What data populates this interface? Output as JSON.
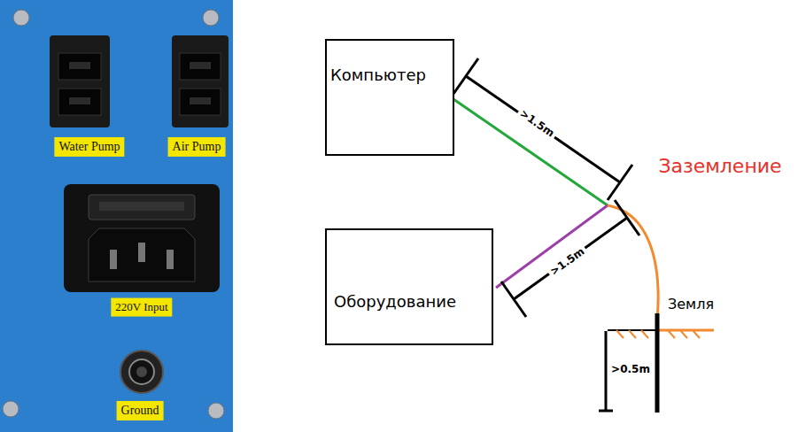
{
  "diagram": {
    "nodes": [
      {
        "text": [
          "Компьютер"
        ]
      },
      {
        "text": [
          "Оборудование"
        ]
      }
    ],
    "labels": [
      "Water Pump",
      "Air Pump",
      "220V Input",
      "Ground",
      ">1.5m",
      ">1.5m",
      "Заземление",
      "Земля",
      ">0.5m"
    ]
  }
}
